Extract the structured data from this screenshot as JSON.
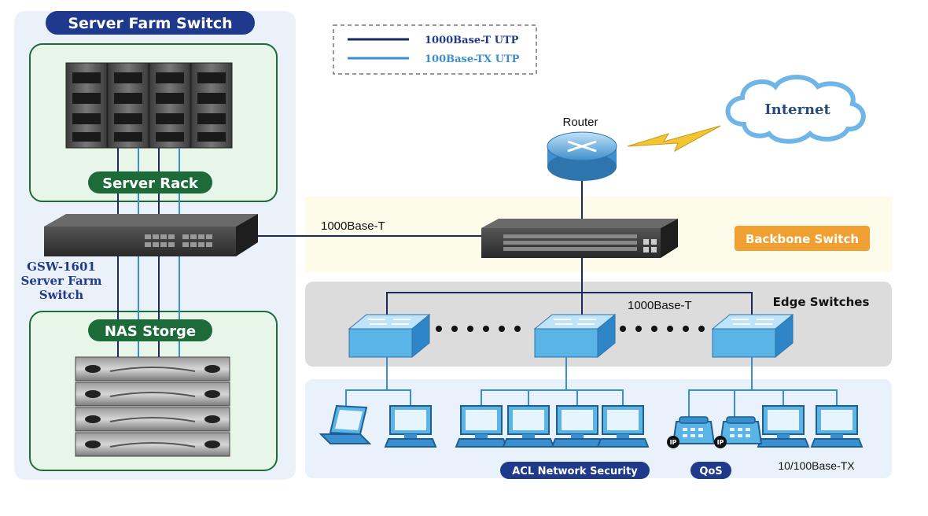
{
  "legend": {
    "items": [
      {
        "label": "1000Base-T UTP",
        "color": "#1b2a5e"
      },
      {
        "label": "100Base-TX UTP",
        "color": "#3a8fd0"
      }
    ]
  },
  "left_panel": {
    "title": "Server Farm Switch",
    "server_rack_label": "Server Rack",
    "switch_caption": [
      "GSW-1601",
      "Server Farm",
      "Switch"
    ],
    "nas_label": "NAS Storge"
  },
  "core": {
    "link_label": "1000Base-T",
    "router_label": "Router",
    "internet_label": "Internet",
    "backbone_label": "Backbone Switch"
  },
  "edge": {
    "title": "Edge Switches",
    "link_label": "1000Base-T"
  },
  "clients": {
    "acl_label": "ACL Network Security",
    "qos_label": "QoS",
    "ip_badge": "IP",
    "speed_label": "10/100Base-TX"
  },
  "colors": {
    "panel_bg": "#eaf1f9",
    "green": "#1e6b3a",
    "navy": "#1f3a8c",
    "orange": "#f0a030",
    "switch_blue": "#5ab4e6",
    "gray_band": "#dcdcdc",
    "cream_band": "#fdfbea"
  }
}
